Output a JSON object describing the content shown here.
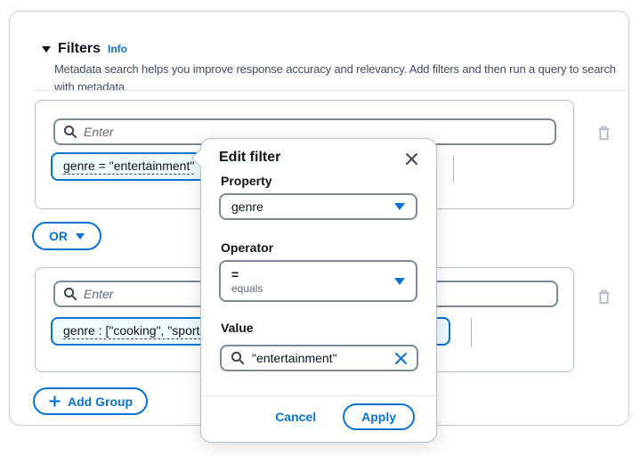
{
  "header": {
    "title": "Filters",
    "info_link": "Info",
    "description": "Metadata search helps you improve response accuracy and relevancy. Add filters and then run a query to search with metadata."
  },
  "filter_groups": [
    {
      "search_placeholder": "Enter",
      "token": "genre = \"entertainment\""
    },
    {
      "search_placeholder": "Enter",
      "token": "genre : [\"cooking\", \"sports"
    }
  ],
  "or_button_label": "OR",
  "add_group_label": "Add Group",
  "edit_filter_popover": {
    "title": "Edit filter",
    "property_label": "Property",
    "property_value": "genre",
    "operator_label": "Operator",
    "operator_value": "=",
    "operator_description": "equals",
    "value_label": "Value",
    "value_text": "\"entertainment\"",
    "cancel_label": "Cancel",
    "apply_label": "Apply"
  },
  "icons": {
    "collapse": "triangle-down",
    "search": "magnifier",
    "delete": "trash",
    "close": "x",
    "clear": "x",
    "dropdown": "caret-down",
    "add": "plus"
  },
  "colors": {
    "accent": "#0972d3",
    "text": "#0f141a",
    "secondary_text": "#414d5c",
    "muted_text": "#656871",
    "input_border": "#7d8998",
    "group_border": "#b6bec9",
    "token_background": "#f0fbff"
  }
}
